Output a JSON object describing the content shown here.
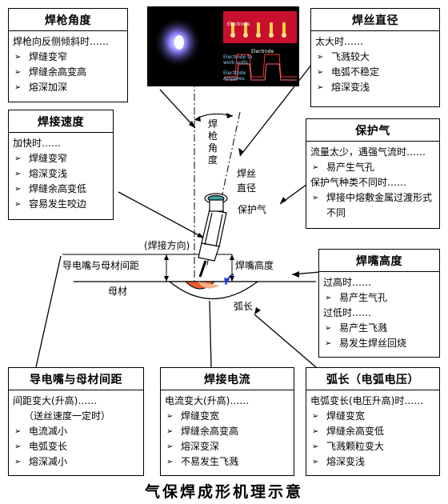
{
  "torch_angle": {
    "title": "焊枪角度",
    "lead": "焊枪向反侧倾斜时……",
    "items": [
      "焊缝变窄",
      "焊缝余高变高",
      "熔深加深"
    ]
  },
  "wire_diameter": {
    "title": "焊丝直径",
    "lead": "太大时……",
    "items": [
      "飞溅较大",
      "电弧不稳定",
      "熔深变浅"
    ]
  },
  "welding_speed": {
    "title": "焊接速度",
    "lead": "加快时……",
    "items": [
      "焊缝变窄",
      "熔深变浅",
      "焊缝余高变低",
      "容易发生咬边"
    ]
  },
  "shielding_gas": {
    "title": "保护气",
    "lead1": "流量太少，遇强气流时……",
    "items1": [
      "易产生气孔"
    ],
    "lead2": "保护气种类不同时……",
    "items2": [
      "焊接中熔敷金属过渡形式不同"
    ]
  },
  "nozzle_height": {
    "title": "焊嘴高度",
    "lead1": "过高时……",
    "items1": [
      "易产生气孔"
    ],
    "lead2": "过低时……",
    "items2": [
      "易产生飞溅",
      "易发生焊丝回烧"
    ]
  },
  "tip_distance": {
    "title": "导电嘴与母材间距",
    "lead": "间距变大(升高)……",
    "sub": "（送丝速度一定时）",
    "items": [
      "电流减小",
      "电弧变长",
      "熔深减小"
    ]
  },
  "welding_current": {
    "title": "焊接电流",
    "lead": "电流变大(升高)……",
    "items": [
      "焊缝变宽",
      "焊缝余高变高",
      "熔深变深",
      "不易发生飞溅"
    ]
  },
  "arc_length": {
    "title": "弧长（电弧电压）",
    "lead": "电弧变长(电压升高)时……",
    "items": [
      "焊缝变宽",
      "焊缝余高变低",
      "飞溅颗粒变大",
      "熔深变浅"
    ]
  },
  "diagram_labels": {
    "torch_angle": "焊枪角度",
    "wire_diameter": "焊丝直径",
    "shield_gas": "保护气",
    "direction": "(焊接方向)",
    "tip_distance": "导电嘴与母材间距",
    "nozzle_height": "焊嘴高度",
    "base_metal": "母材",
    "arc_length": "弧长"
  },
  "photo_labels": {
    "electrode": "Electrode",
    "electrode2": "Electrode",
    "work_volts": "Electrode to work volts",
    "amperes": "Electrode Amperes"
  },
  "caption": "气保焊成形机理示意",
  "colors": {
    "pool": "#e8612c",
    "photo_bg": "#000000",
    "arc_blue": "#6a5cff",
    "chart_red": "#c8102e"
  }
}
